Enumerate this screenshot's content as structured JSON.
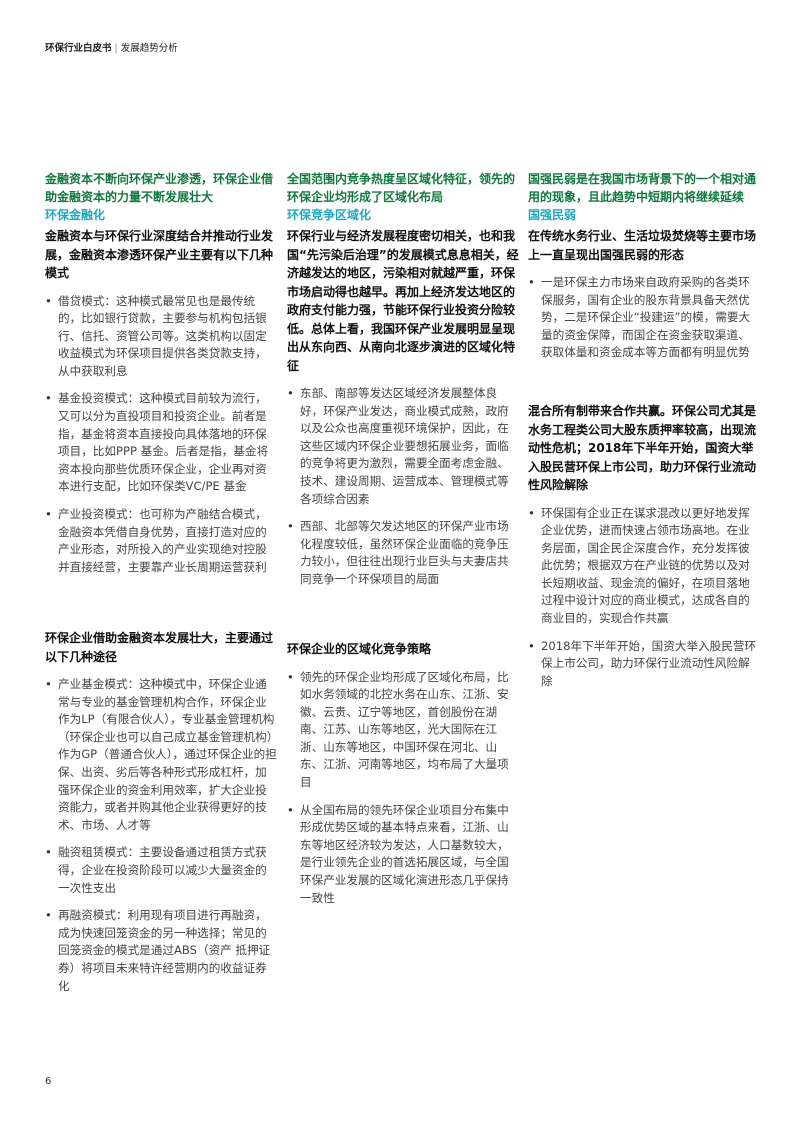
{
  "header": {
    "title": "环保行业白皮书",
    "separator": "|",
    "subtitle": "发展趋势分析"
  },
  "columns": [
    {
      "green": "金融资本不断向环保产业渗透，环保企业借助金融资本的力量不断发展壮大",
      "teal": "环保金融化",
      "heading": "金融资本与环保行业深度结合并推动行业发展，金融资本渗透环保产业主要有以下几种模式",
      "bullets": [
        "借贷模式：这种模式最常见也是最传统的，比如银行贷款，主要参与机构包括银行、信托、资管公司等。这类机构以固定收益模式为环保项目提供各类贷款支持，从中获取利息",
        "基金投资模式：这种模式目前较为流行，又可以分为直投项目和投资企业。前者是指，基金将资本直接投向具体落地的环保项目，比如PPP 基金。后者是指，基金将资本投向那些优质环保企业，企业再对资本进行支配，比如环保类VC/PE 基金",
        "产业投资模式：也可称为产融结合模式，金融资本凭借自身优势，直接打造对应的产业形态，对所投入的产业实现绝对控股并直接经营，主要靠产业长周期运营获利"
      ],
      "heading2": "环保企业借助金融资本发展壮大，主要通过以下几种途径",
      "bullets2": [
        "产业基金模式：这种模式中，环保企业通常与专业的基金管理机构合作，环保企业作为LP（有限合伙人），专业基金管理机构（环保企业也可以自己成立基金管理机构）作为GP（普通合伙人），通过环保企业的担保、出资、劣后等各种形式形成杠杆，加强环保企业的资金利用效率，扩大企业投资能力，或者并购其他企业获得更好的技术、市场、人才等",
        "融资租赁模式：主要设备通过租赁方式获得，企业在投资阶段可以减少大量资金的一次性支出",
        "再融资模式：利用现有项目进行再融资，成为快速回笼资金的另一种选择；常见的回笼资金的模式是通过ABS（资产 抵押证券）将项目未来特许经营期内的收益证券化"
      ]
    },
    {
      "green": "全国范围内竞争热度呈区域化特征，领先的环保企业均形成了区域化布局",
      "teal": "环保竞争区域化",
      "heading": "环保行业与经济发展程度密切相关，也和我国“先污染后治理”的发展模式息息相关，经济越发达的地区，污染相对就越严重，环保市场启动得也越早。再加上经济发达地区的政府支付能力强，节能环保行业投资分险较低。总体上看，我国环保产业发展明显呈现出从东向西、从南向北逐步演进的区域化特征",
      "bullets": [
        "东部、南部等发达区域经济发展整体良好，环保产业发达，商业模式成熟，政府以及公众也高度重视环境保护，因此，在这些区域内环保企业要想拓展业务，面临的竞争将更为激烈，需要全面考虑金融、技术、建设周期、运营成本、管理模式等各项综合因素",
        "西部、北部等欠发达地区的环保产业市场化程度较低，虽然环保企业面临的竞争压力较小，但往往出现行业巨头与夫妻店共同竞争一个环保项目的局面"
      ],
      "heading2": "环保企业的区域化竞争策略",
      "bullets2": [
        "领先的环保企业均形成了区域化布局，比如水务领域的北控水务在山东、江浙、安徽、云贵、辽宁等地区，首创股份在湖南、江苏、山东等地区，光大国际在江浙、山东等地区，中国环保在河北、山东、江浙、河南等地区，均布局了大量项目",
        "从全国布局的领先环保企业项目分布集中形成优势区域的基本特点来看，江浙、山东等地区经济较为发达，人口基数较大，是行业领先企业的首选拓展区域，与全国环保产业发展的区域化演进形态几乎保持一致性"
      ]
    },
    {
      "green": "国强民弱是在我国市场背景下的一个相对通用的现象，且此趋势中短期内将继续延续",
      "teal": "国强民弱",
      "heading": "在传统水务行业、生活垃圾焚烧等主要市场上一直呈现出国强民弱的形态",
      "bullets": [
        "一是环保主力市场来自政府采购的各类环保服务，国有企业的股东背景具备天然优势，二是环保企业“投建运”的模，需要大量的资金保障，而国企在资金获取渠道、 获取体量和资金成本等方面都有明显优势"
      ],
      "heading2": "混合所有制带来合作共赢。环保公司尤其是水务工程类公司大股东质押率较高，出现流动性危机；2018年下半年开始，国资大举入股民营环保上市公司，助力环保行业流动性风险解除",
      "bullets2": [
        "环保国有企业正在谋求混改以更好地发挥企业优势，进而快速占领市场高地。在业务层面，国企民企深度合作，充分发挥彼此优势；根据双方在产业链的优势以及对长短期收益、现金流的偏好，在项目落地过程中设计对应的商业模式，达成各自的商业目的，实现合作共赢",
        "2018年下半年开始，国资大举入股民营环保上市公司，助力环保行业流动性风险解除"
      ]
    }
  ],
  "page_number": "6"
}
